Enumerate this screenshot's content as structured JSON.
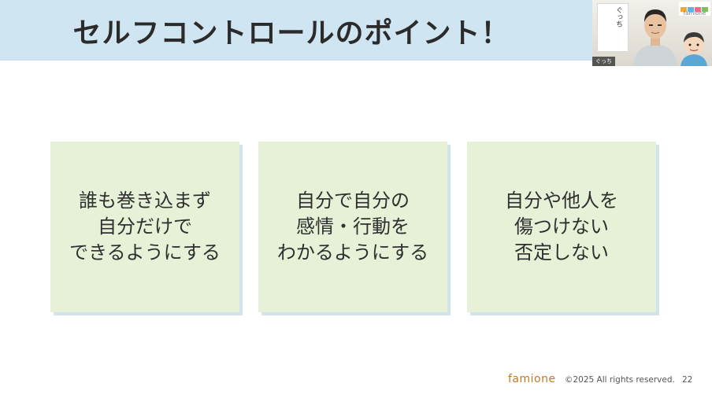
{
  "slide": {
    "title": "セルフコントロールのポイント！",
    "cards": [
      {
        "lines": [
          "誰も巻き込まず",
          "自分だけで",
          "できるようにする"
        ]
      },
      {
        "lines": [
          "自分で自分の",
          "感情・行動を",
          "わかるようにする"
        ]
      },
      {
        "lines": [
          "自分や他人を",
          "傷つけない",
          "否定しない"
        ]
      }
    ],
    "footer": {
      "brand": "famione",
      "copyright": "©2025 All rights reserved.",
      "page_number": "22"
    }
  },
  "video": {
    "participant_name": "ぐっち",
    "logo_text": "famione",
    "poster_text": "ぐっち"
  },
  "colors": {
    "header_bg": "#cfe6f2",
    "card_bg": "#e6f1d8",
    "card_shadow": "#d3e3ee",
    "brand": "#c07a2a"
  }
}
